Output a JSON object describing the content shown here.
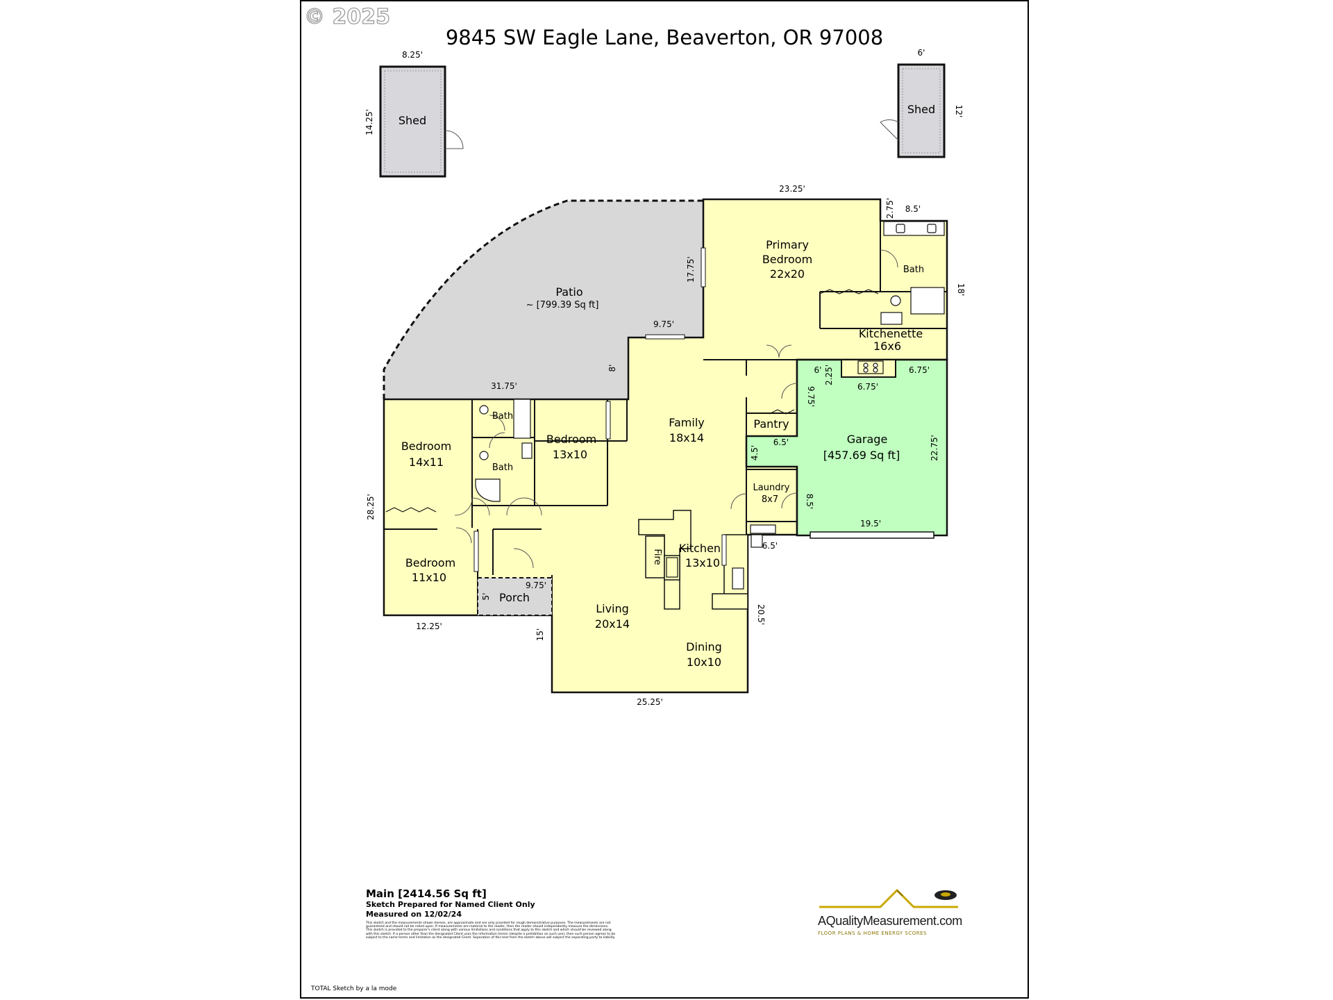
{
  "title": "9845 SW Eagle Lane, Beaverton, OR 97008",
  "copyright": "© 2025",
  "colors": {
    "living_area": "#ffffc0",
    "garage": "#c0ffc0",
    "patio": "#d8d8d8",
    "shed": "#d8d8dc",
    "wall": "#111111"
  },
  "rooms": {
    "shed_left": "Shed",
    "shed_right": "Shed",
    "patio": "Patio",
    "patio_area": "~ [799.39 Sq ft]",
    "primary_bedroom": "Primary",
    "primary_bedroom_2": "Bedroom",
    "primary_bedroom_size": "22x20",
    "bath_primary": "Bath",
    "kitchenette": "Kitchenette",
    "kitchenette_size": "16x6",
    "family": "Family",
    "family_size": "18x14",
    "pantry": "Pantry",
    "garage": "Garage",
    "garage_area": "[457.69 Sq ft]",
    "laundry": "Laundry",
    "laundry_size": "8x7",
    "bedroom_a": "Bedroom",
    "bedroom_a_size": "14x11",
    "bath_a": "Bath",
    "bath_b": "Bath",
    "bedroom_b": "Bedroom",
    "bedroom_b_size": "13x10",
    "bedroom_c": "Bedroom",
    "bedroom_c_size": "11x10",
    "porch": "Porch",
    "kitchen": "Kitchen",
    "kitchen_size": "13x10",
    "fire": "Fire",
    "living": "Living",
    "living_size": "20x14",
    "dining": "Dining",
    "dining_size": "10x10"
  },
  "dims": {
    "shed_left_w": "8.25'",
    "shed_left_h": "14.25'",
    "shed_right_w": "6'",
    "shed_right_h": "12'",
    "primary_top": "23.25'",
    "bath_notch": "2.75'",
    "bath_top": "8.5'",
    "bath_side": "18'",
    "patio_side": "17.75'",
    "patio_inner": "9.75'",
    "patio_bottom": "31.75'",
    "family_notch": "8'",
    "garage_6": "6'",
    "garage_225": "2.25'",
    "garage_675_a": "6.75'",
    "garage_675_b": "6.75'",
    "pantry_975": "9.75'",
    "garage_65_a": "6.5'",
    "garage_45": "4.5'",
    "garage_side": "22.75'",
    "laundry_85": "8.5'",
    "garage_bottom": "19.5'",
    "garage_65_b": "6.5'",
    "left_side": "28.25'",
    "porch_975": "9.75'",
    "porch_5": "5'",
    "bedroom_c_bottom": "12.25'",
    "living_15": "15'",
    "dining_side": "20.5'",
    "living_bottom": "25.25'"
  },
  "footer": {
    "main": "Main  [2414.56 Sq ft]",
    "prepared": "Sketch Prepared for Named Client Only",
    "measured": "Measured on 12/02/24",
    "disclaimer": "This sketch and the measurements shown hereon, are approximate and are only provided for rough demonstrative purposes. The measurements are not guaranteed and should not be relied upon. If measurements are material to the reader, then the reader should independently measure the dimensions. This sketch is provided to the preparer's client along with various limitations and conditions that apply to this sketch and which should be reviewed along with this sketch. If a person other than the designated Client uses the information herein (despite a prohibition on such use), then such person agrees to be subject to the same terms and limitation as the designated Client. Separation of this text from the sketch above will subject the separating party to liability.",
    "credit": "TOTAL Sketch by a la mode"
  },
  "logo": {
    "name": "AQualityMeasurement.com",
    "tagline": "FLOOR PLANS & HOME ENERGY SCORES"
  }
}
